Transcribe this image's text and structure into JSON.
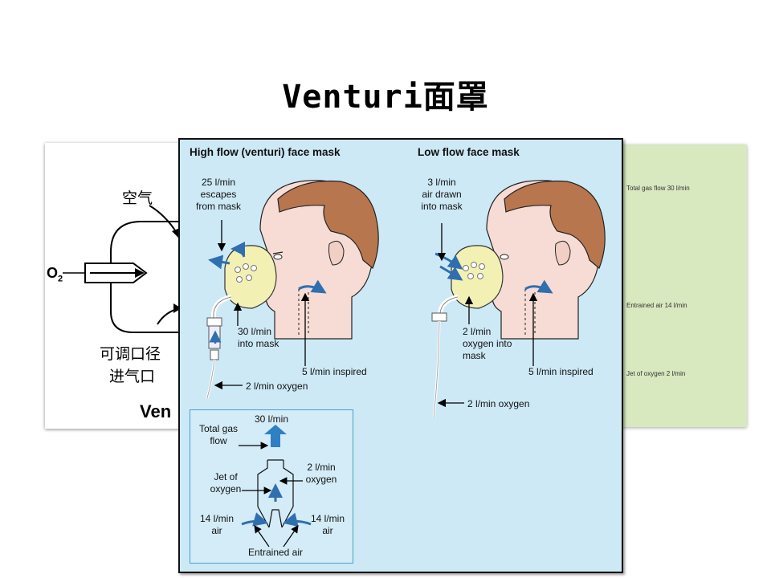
{
  "slide": {
    "title": "Venturi面罩"
  },
  "left_figure": {
    "air_label": "空气",
    "o2_label": "O",
    "o2_sub": "2",
    "adjustable_port_line1": "可调口径",
    "adjustable_port_line2": "进气口",
    "caption_partial": "Ven"
  },
  "right_figure": {
    "labels": [
      "Total gas flow 30 l/min",
      "Entrained air 14 l/min",
      "Jet of oxygen 2 l/min"
    ]
  },
  "main_figure": {
    "high_flow_title": "High flow (venturi) face mask",
    "low_flow_title": "Low flow face mask",
    "high": {
      "escapes_1": "25 l/min",
      "escapes_2": "escapes",
      "escapes_3": "from mask",
      "into_mask_1": "30 l/min",
      "into_mask_2": "into mask",
      "inspired": "5 l/min inspired",
      "oxygen": "2 l/min oxygen"
    },
    "low": {
      "air_1": "3 l/min",
      "air_2": "air drawn",
      "air_3": "into mask",
      "oxy_1": "2 l/min",
      "oxy_2": "oxygen into",
      "oxy_3": "mask",
      "inspired": "5 l/min inspired",
      "oxygen": "2 l/min oxygen"
    },
    "inset": {
      "total_flow_value": "30 l/min",
      "total_1": "Total gas",
      "total_2": "flow",
      "jet_1": "Jet of",
      "jet_2": "oxygen",
      "oxy_1": "2 l/min",
      "oxy_2": "oxygen",
      "air_left_1": "14 l/min",
      "air_left_2": "air",
      "air_right_1": "14 l/min",
      "air_right_2": "air",
      "entrained": "Entrained air"
    }
  }
}
